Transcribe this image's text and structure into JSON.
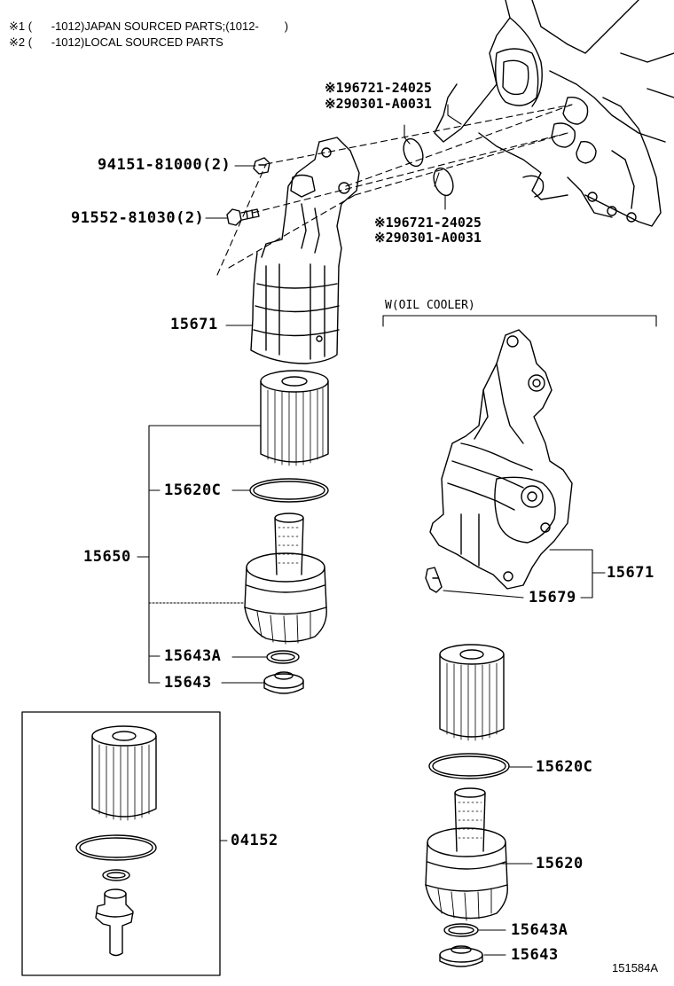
{
  "notes": [
    "※1 (      -1012)JAPAN SOURCED PARTS;(1012-        )",
    "※2 (      -1012)LOCAL SOURCED PARTS"
  ],
  "labels": {
    "gasket_top_1": "※196721-24025",
    "gasket_top_2": "※290301-A0031",
    "gasket_bot_1": "※196721-24025",
    "gasket_bot_2": "※290301-A0031",
    "bolt_a": "94151-81000(2)",
    "bolt_b": "91552-81030(2)",
    "bracket": "15671",
    "cartridge_assy": "15650",
    "oring_left": "15620C",
    "washer_left": "15643A",
    "plug_left": "15643",
    "oil_cooler_caption": "W(OIL COOLER)",
    "bracket_cooler": "15671",
    "pipe_cooler": "15679",
    "oring_right": "15620C",
    "cap_right": "15620",
    "washer_right": "15643A",
    "plug_right": "15643",
    "kit": "04152"
  },
  "figure_id": "151584A"
}
